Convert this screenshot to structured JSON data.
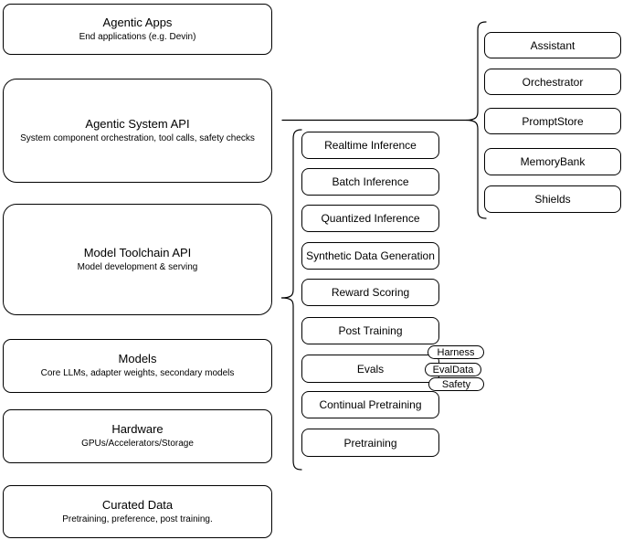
{
  "diagram": {
    "layers": [
      {
        "title": "Agentic Apps",
        "subtitle": "End applications (e.g. Devin)"
      },
      {
        "title": "Agentic System API",
        "subtitle": "System component orchestration, tool calls, safety checks"
      },
      {
        "title": "Model Toolchain API",
        "subtitle": "Model development & serving"
      },
      {
        "title": "Models",
        "subtitle": "Core LLMs, adapter weights, secondary models"
      },
      {
        "title": "Hardware",
        "subtitle": "GPUs/Accelerators/Storage"
      },
      {
        "title": "Curated Data",
        "subtitle": "Pretraining, preference, post training."
      }
    ],
    "toolchain_nodes": [
      "Realtime Inference",
      "Batch Inference",
      "Quantized Inference",
      "Synthetic Data Generation",
      "Reward Scoring",
      "Post Training",
      "Evals",
      "Continual Pretraining",
      "Pretraining"
    ],
    "eval_tags": [
      "Harness",
      "EvalData",
      "Safety"
    ],
    "system_nodes": [
      "Assistant",
      "Orchestrator",
      "PromptStore",
      "MemoryBank",
      "Shields"
    ],
    "colors": {
      "stroke": "#000000",
      "fill": "#ffffff",
      "background": "#ffffff"
    }
  }
}
